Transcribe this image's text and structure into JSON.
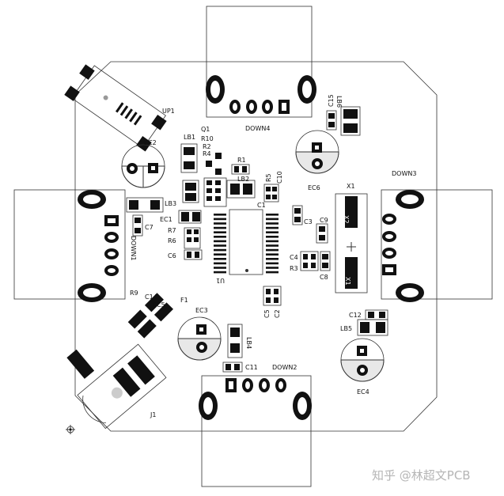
{
  "components": {
    "up1": "UP1",
    "q1": "Q1",
    "r10": "R10",
    "r2": "R2",
    "r4": "R4",
    "lb1": "LB1",
    "r1": "R1",
    "lb2": "LB2",
    "r5": "R5",
    "c10": "C10",
    "c1": "C1",
    "ec2": "EC2",
    "lb3": "LB3",
    "ec1": "EC1",
    "c7": "C7",
    "r7": "R7",
    "r6": "R6",
    "c6": "C6",
    "u1": "U1",
    "c3": "C3",
    "c9": "C9",
    "c4": "C4",
    "r3": "R3",
    "c8": "C8",
    "x1_top": "X1",
    "x2": "X2",
    "x1": "X1",
    "ec6": "EC6",
    "c15": "C15",
    "lb6": "LB6",
    "r9": "R9",
    "c14": "C14",
    "ec5": "EC5",
    "f1": "F1",
    "ec3": "EC3",
    "lb4": "LB4",
    "c5": "C5",
    "c2": "C2",
    "c11": "C11",
    "c12": "C12",
    "lb5": "LB5",
    "ec4": "EC4",
    "j1": "J1"
  },
  "connectors": {
    "down1": "DOWN1",
    "down2": "DOWN2",
    "down3": "DOWN3",
    "down4": "DOWN4"
  },
  "watermark": "知乎 @林超文PCB"
}
